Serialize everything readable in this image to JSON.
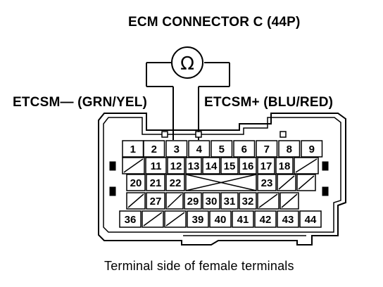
{
  "title": "ECM CONNECTOR C (44P)",
  "meter_symbol": "Ω",
  "probe_negative": "ETCSM— (GRN/YEL)",
  "probe_positive": "ETCSM+ (BLU/RED)",
  "caption": "Terminal side of female terminals",
  "terminals": {
    "row1": [
      "1",
      "2",
      "3",
      "4",
      "5",
      "6",
      "7",
      "8",
      "9"
    ],
    "row2": [
      "",
      "11",
      "12",
      "13",
      "14",
      "15",
      "16",
      "17",
      "18",
      ""
    ],
    "row3": [
      "20",
      "21",
      "22",
      "",
      "23",
      "",
      ""
    ],
    "row4": [
      "",
      "27",
      "",
      "29",
      "30",
      "31",
      "32",
      "",
      ""
    ],
    "row5": [
      "36",
      "",
      "",
      "39",
      "40",
      "41",
      "42",
      "43",
      "44"
    ]
  },
  "probed_terminals": [
    "3",
    "4"
  ]
}
